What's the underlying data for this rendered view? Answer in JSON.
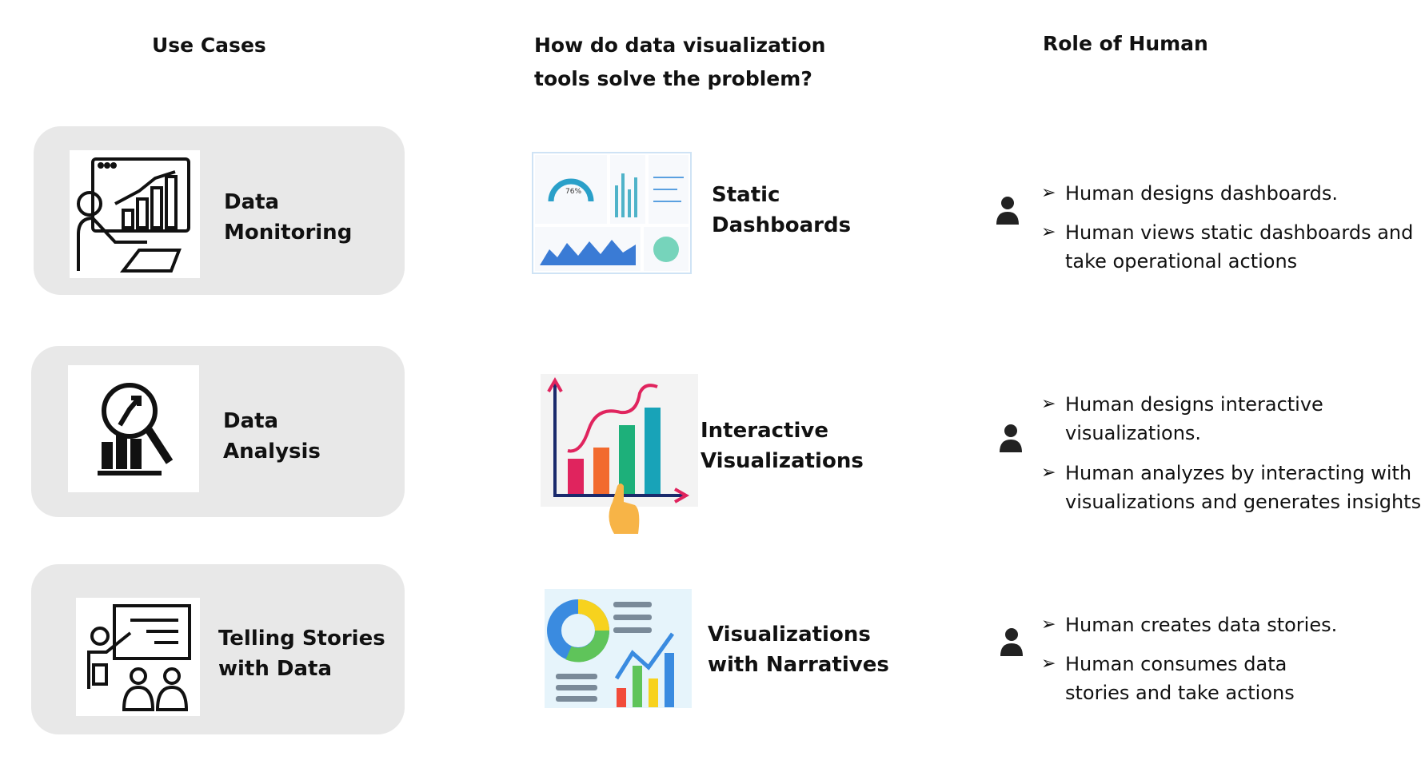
{
  "headers": {
    "use_cases": "Use Cases",
    "how_line1": "How do data visualization",
    "how_line2": "tools solve the problem?",
    "role": "Role of Human"
  },
  "rows": [
    {
      "use_case": [
        "Data",
        "Monitoring"
      ],
      "use_case_icon": "presenter-chart-laptop-icon",
      "tool": [
        "Static",
        "Dashboards"
      ],
      "tool_icon": "dashboard-image",
      "bullets": [
        "Human designs dashboards.",
        "Human views static dashboards and take operational actions"
      ]
    },
    {
      "use_case": [
        "Data",
        "Analysis"
      ],
      "use_case_icon": "magnifier-chart-icon",
      "tool": [
        "Interactive",
        "Visualizations"
      ],
      "tool_icon": "interactive-bar-chart-image",
      "bullets": [
        "Human designs interactive visualizations.",
        "Human analyzes by interacting with visualizations and generates insights"
      ]
    },
    {
      "use_case": [
        "Telling Stories",
        "with Data"
      ],
      "use_case_icon": "presenter-audience-icon",
      "tool": [
        "Visualizations",
        "with Narratives"
      ],
      "tool_icon": "narrative-infographic-image",
      "bullets": [
        "Human creates data stories.",
        "Human consumes data stories and take actions"
      ]
    }
  ],
  "colors": {
    "card": "#e8e8e8",
    "text": "#111111"
  }
}
